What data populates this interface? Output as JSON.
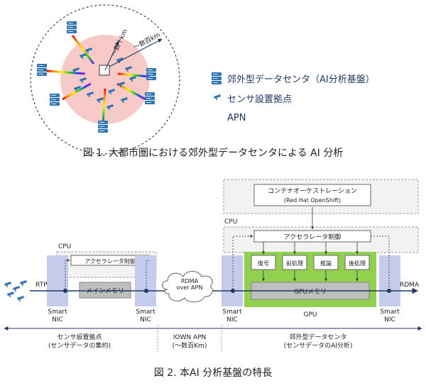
{
  "figure1": {
    "ring_radius_label": "〜数百km",
    "inner_radius_label": "〜数十km",
    "legend": {
      "datacenter": "郊外型データセンタ（AI分析基盤）",
      "sensor_site": "センサ設置拠点",
      "apn": "APN"
    },
    "caption": "図 1.  大都市圏における郊外型データセンタによる AI 分析"
  },
  "figure2": {
    "orchestration_title": "コンテナオーケストレーション",
    "orchestration_sub": "(Red Hat OpenShift)",
    "cpu_label_left": "CPU",
    "cpu_label_right": "CPU",
    "accelerator_control_left": "アクセラレータ制御",
    "accelerator_control_right": "アクセラレータ制御",
    "main_memory": "メインメモリ",
    "rtp": "RTP",
    "rdma_cloud_line1": "RDMA",
    "rdma_cloud_line2": "over APN",
    "rdma": "RDMA",
    "gpu_stages": [
      "復号",
      "前処理",
      "推論",
      "後処理"
    ],
    "gpu_memory": "GPUメモリ",
    "gpu_label": "GPU",
    "smart_nic_line1": "Smart",
    "smart_nic_line2": "NIC",
    "region_sensor_line1": "センサ設置拠点",
    "region_sensor_line2": "(センサデータの集約)",
    "region_apn_line1": "IOWN APN",
    "region_apn_line2": "(〜数百Km)",
    "region_dc_line1": "郊外型データセンタ",
    "region_dc_line2": "(センサデータのAI分析)",
    "caption": "図 2.  本AI 分析基盤の特長"
  },
  "colors": {
    "pink": "#f7c9c7",
    "nic": "#c5cbea",
    "gpu_green": "#92d050",
    "navy": "#1f3864",
    "gray_box": "#bfbfbf"
  }
}
